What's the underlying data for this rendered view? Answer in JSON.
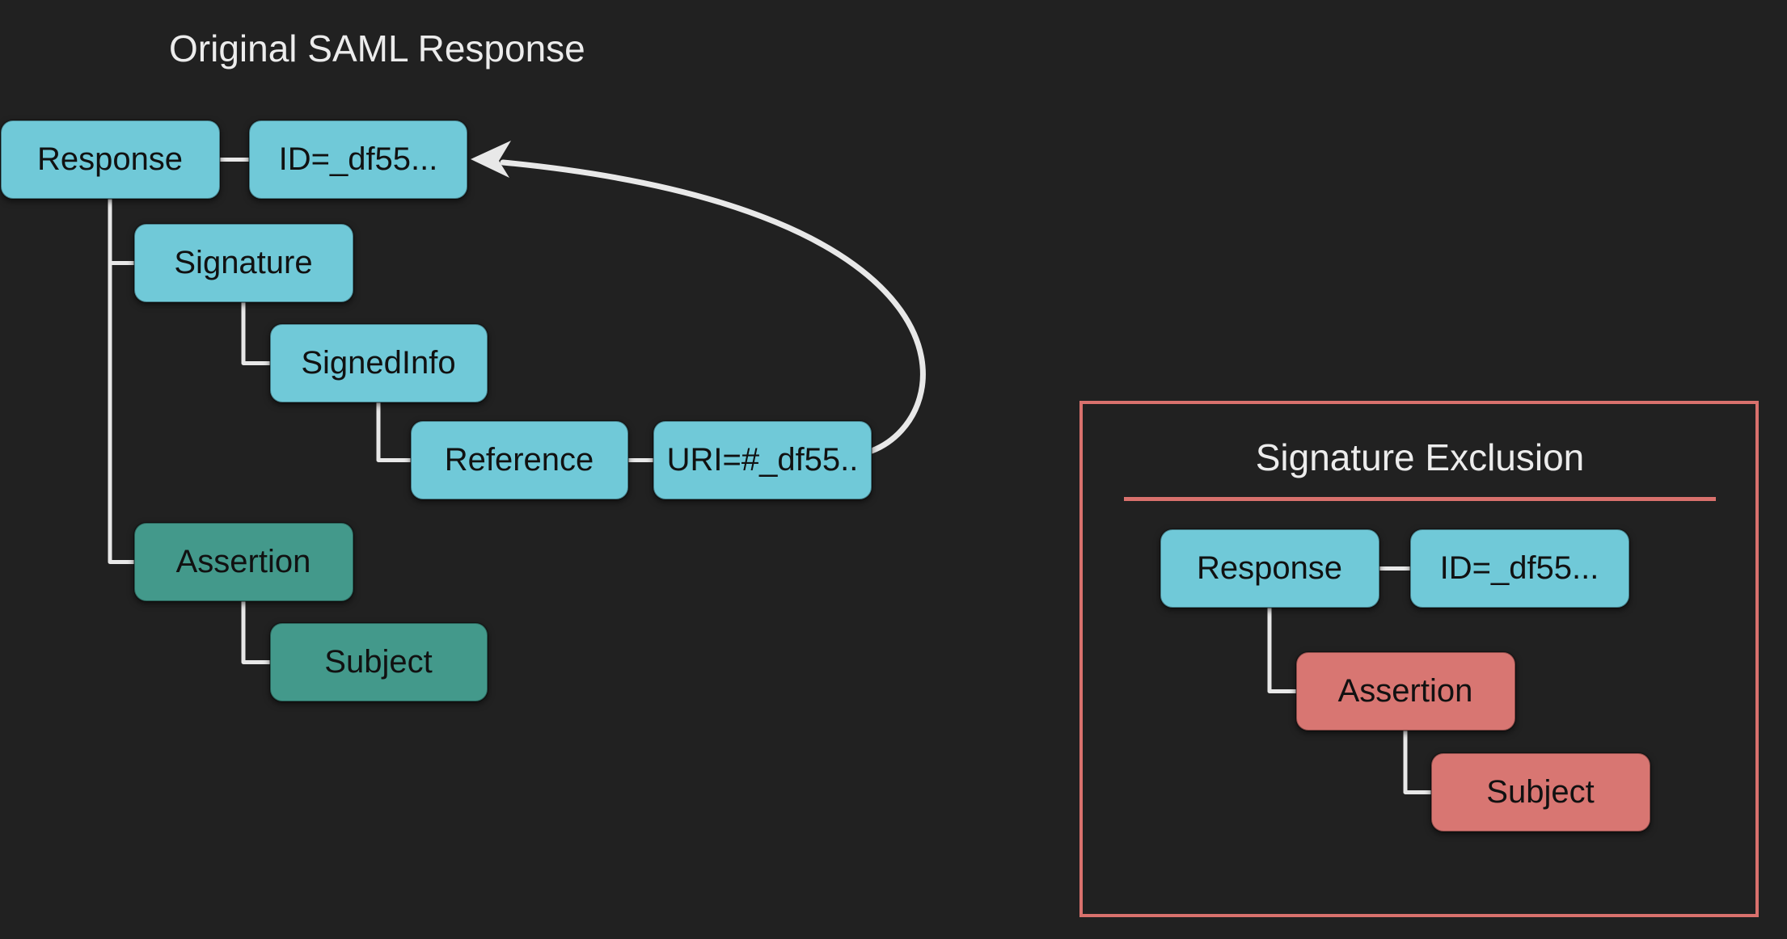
{
  "colors": {
    "background": "#212121",
    "node_blue": "#70c9d8",
    "node_teal": "#43998b",
    "node_salmon": "#d87672",
    "panel_border": "#d9716d",
    "connector": "#e8e8e8",
    "node_text": "#111111",
    "title_text": "#ececec"
  },
  "left_diagram": {
    "title": "Original SAML Response",
    "nodes": {
      "response": "Response",
      "id": "ID=_df55...",
      "signature": "Signature",
      "signed_info": "SignedInfo",
      "reference": "Reference",
      "uri": "URI=#_df55..",
      "assertion": "Assertion",
      "subject": "Subject"
    }
  },
  "signature_exclusion": {
    "title": "Signature Exclusion",
    "nodes": {
      "response": "Response",
      "id": "ID=_df55...",
      "assertion": "Assertion",
      "subject": "Subject"
    }
  }
}
